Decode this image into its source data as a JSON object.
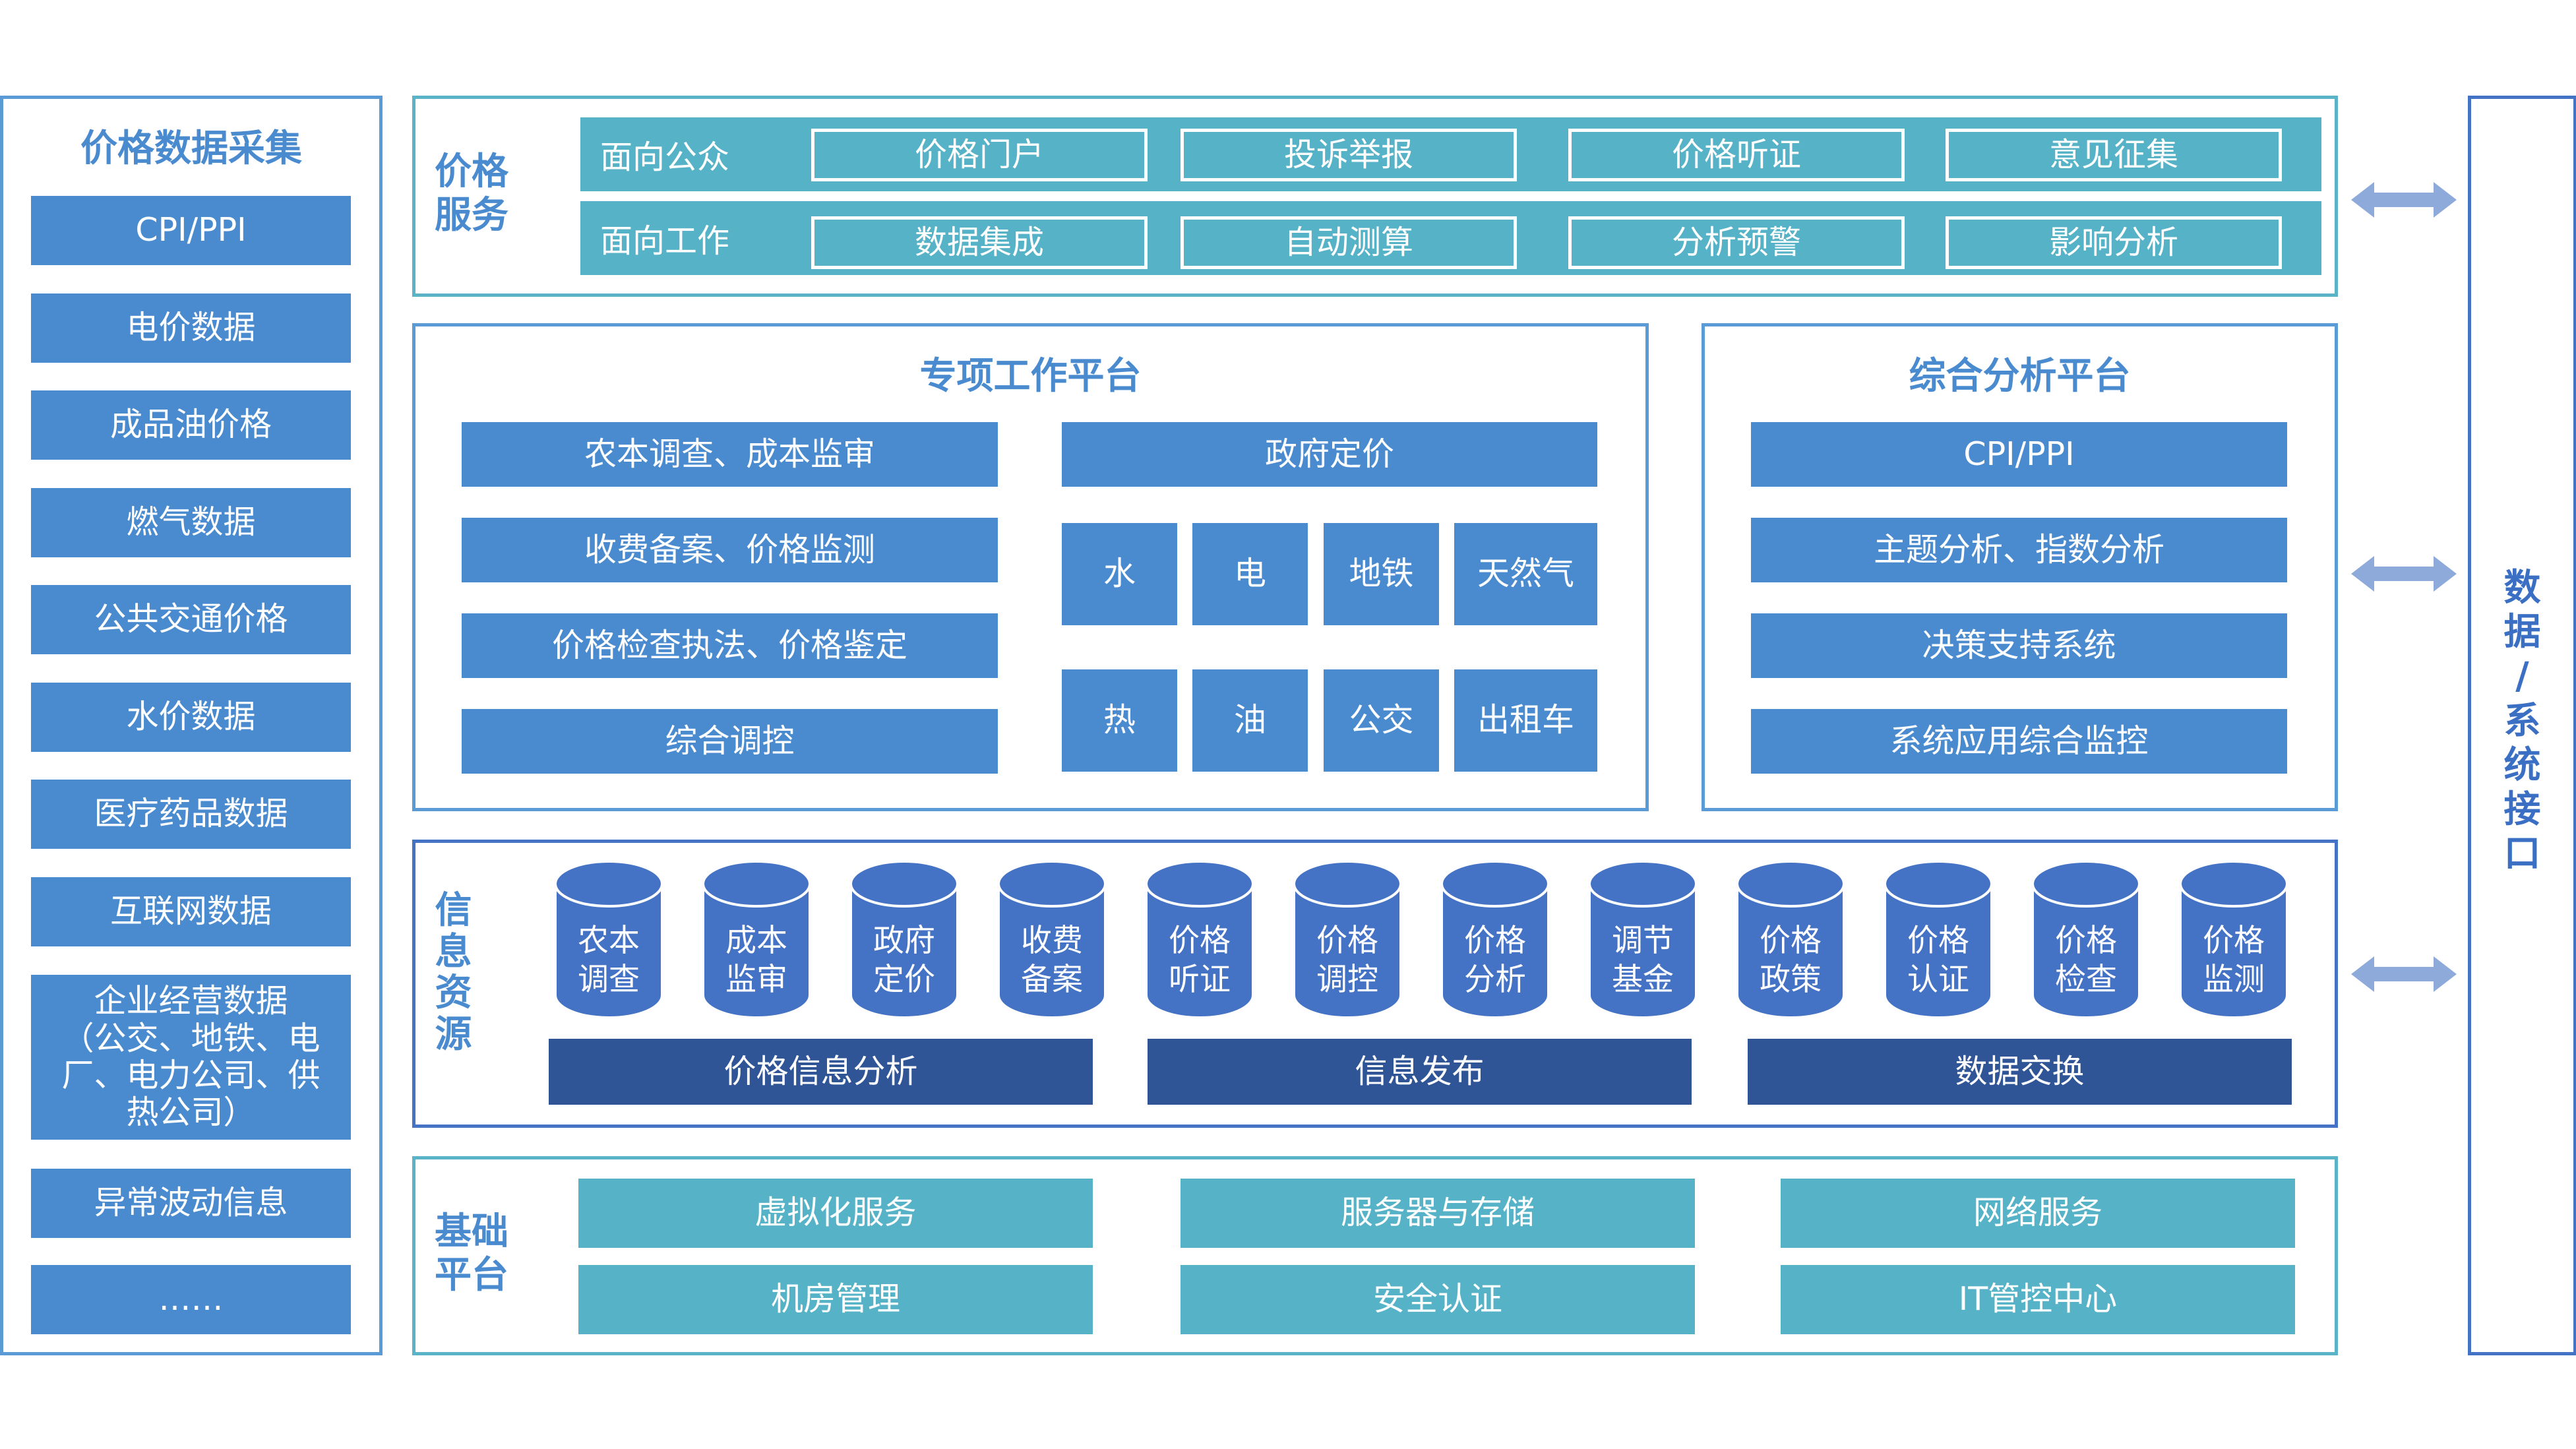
{
  "collection": {
    "title": "价格数据采集",
    "items": [
      "CPI/PPI",
      "电价数据",
      "成品油价格",
      "燃气数据",
      "公共交通价格",
      "水价数据",
      "医疗药品数据",
      "互联网数据"
    ],
    "enterprise_lines": [
      "企业经营数据",
      "（公交、地铁、电",
      "厂、电力公司、供",
      "热公司）"
    ],
    "tail_items": [
      "异常波动信息",
      "……"
    ]
  },
  "price_service": {
    "title_lines": [
      "价格",
      "服务"
    ],
    "rows": [
      {
        "label": "面向公众",
        "items": [
          "价格门户",
          "投诉举报",
          "价格听证",
          "意见征集"
        ]
      },
      {
        "label": "面向工作",
        "items": [
          "数据集成",
          "自动测算",
          "分析预警",
          "影响分析"
        ]
      }
    ]
  },
  "special_platform": {
    "title": "专项工作平台",
    "left_items": [
      "农本调查、成本监审",
      "收费备案、价格监测",
      "价格检查执法、价格鉴定",
      "综合调控"
    ],
    "pricing_header": "政府定价",
    "pricing_row1": [
      "水",
      "电",
      "地铁",
      "天然气"
    ],
    "pricing_row2": [
      "热",
      "油",
      "公交",
      "出租车"
    ]
  },
  "analysis_platform": {
    "title": "综合分析平台",
    "items": [
      "CPI/PPI",
      "主题分析、指数分析",
      "决策支持系统",
      "系统应用综合监控"
    ]
  },
  "info_resources": {
    "title_lines": [
      "信",
      "息",
      "资",
      "源"
    ],
    "databases": [
      [
        "农本",
        "调查"
      ],
      [
        "成本",
        "监审"
      ],
      [
        "政府",
        "定价"
      ],
      [
        "收费",
        "备案"
      ],
      [
        "价格",
        "听证"
      ],
      [
        "价格",
        "调控"
      ],
      [
        "价格",
        "分析"
      ],
      [
        "调节",
        "基金"
      ],
      [
        "价格",
        "政策"
      ],
      [
        "价格",
        "认证"
      ],
      [
        "价格",
        "检查"
      ],
      [
        "价格",
        "监测"
      ]
    ],
    "bars": [
      "价格信息分析",
      "信息发布",
      "数据交换"
    ]
  },
  "base_platform": {
    "title_lines": [
      "基础",
      "平台"
    ],
    "row1": [
      "虚拟化服务",
      "服务器与存储",
      "网络服务"
    ],
    "row2": [
      "机房管理",
      "安全认证",
      "IT管控中心"
    ]
  },
  "interface": {
    "title_lines": [
      "数",
      "据",
      "/",
      "系",
      "统",
      "接",
      "口"
    ]
  },
  "colors": {
    "accent": "#4a8bd0",
    "navy": "#2f5597",
    "teal": "#56b2c6",
    "border": "#5b9bd5"
  }
}
